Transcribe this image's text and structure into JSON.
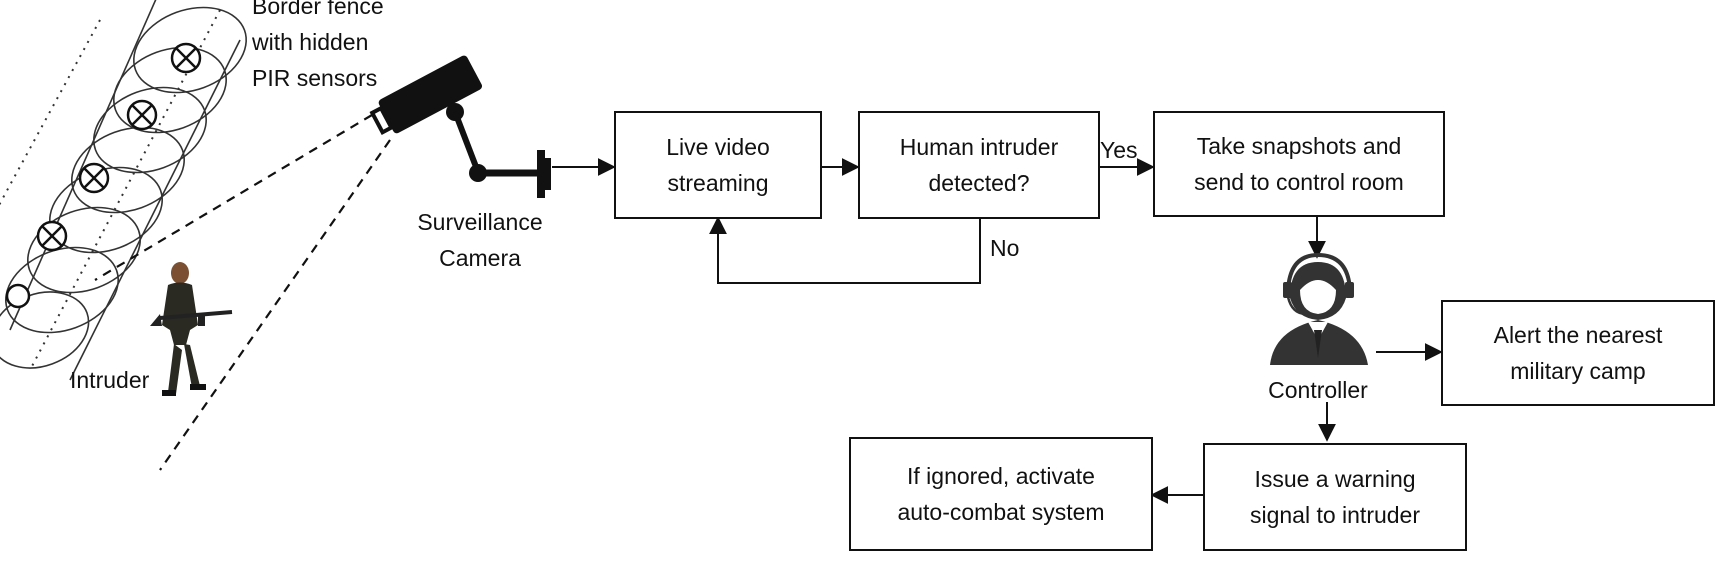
{
  "fence_label": [
    "Border fence",
    "with hidden",
    "PIR sensors"
  ],
  "camera_label": [
    "Surveillance",
    "Camera"
  ],
  "intruder_label": "Intruder",
  "controller_label": "Controller",
  "boxes": {
    "live_video": [
      "Live video",
      "streaming"
    ],
    "human_detected": [
      "Human intruder",
      "detected?"
    ],
    "snapshots": [
      "Take snapshots and",
      "send to control room"
    ],
    "alert": [
      "Alert the nearest",
      "military camp"
    ],
    "warning": [
      "Issue a warning",
      "signal to intruder"
    ],
    "auto_combat": [
      "If ignored, activate",
      "auto-combat system"
    ]
  },
  "edge_labels": {
    "yes": "Yes",
    "no": "No"
  },
  "icons": [
    "barbed-wire-fence",
    "pir-sensor-icon",
    "surveillance-camera-icon",
    "soldier-intruder-icon",
    "controller-headset-icon"
  ],
  "colors": {
    "stroke": "#111111",
    "figure_dark": "#2a2a22",
    "skin": "#7a4f32"
  }
}
